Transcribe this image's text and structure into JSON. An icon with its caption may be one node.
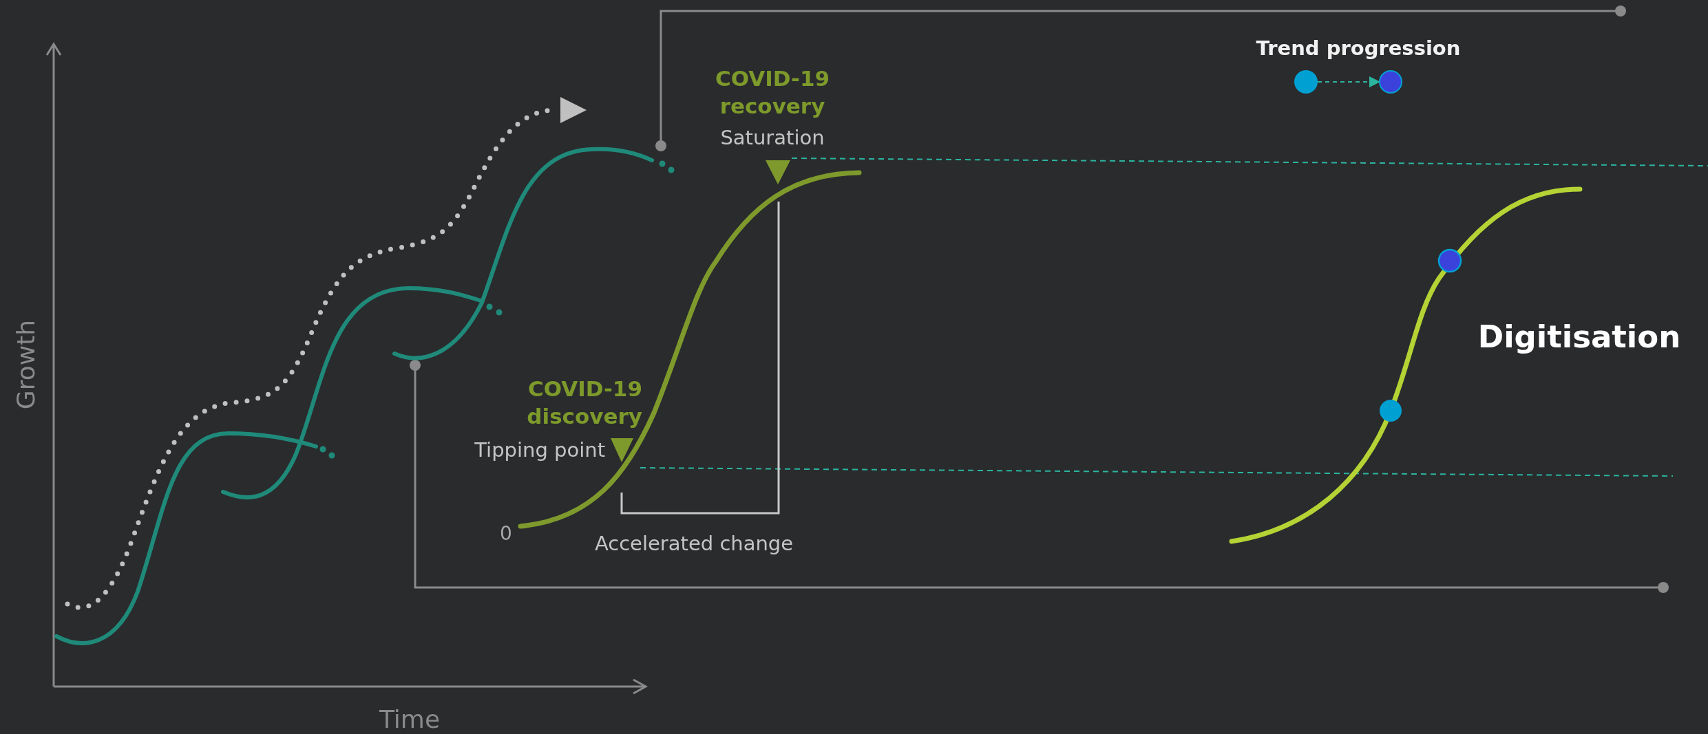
{
  "diagram": {
    "nodes": [
      {
        "text": [],
        "shape": "circle"
      },
      {
        "text": [],
        "shape": "circle"
      }
    ],
    "edges": [
      {
        "from": 0,
        "to": 1,
        "arrow": "to",
        "style": "dashed"
      }
    ],
    "labels": [
      "Trend progression",
      "COVID-19 recovery",
      "Saturation",
      "Digitisation",
      "Growth",
      "COVID-19 discovery",
      "Tipping point",
      "0",
      "Accelerated change",
      "Time"
    ]
  }
}
